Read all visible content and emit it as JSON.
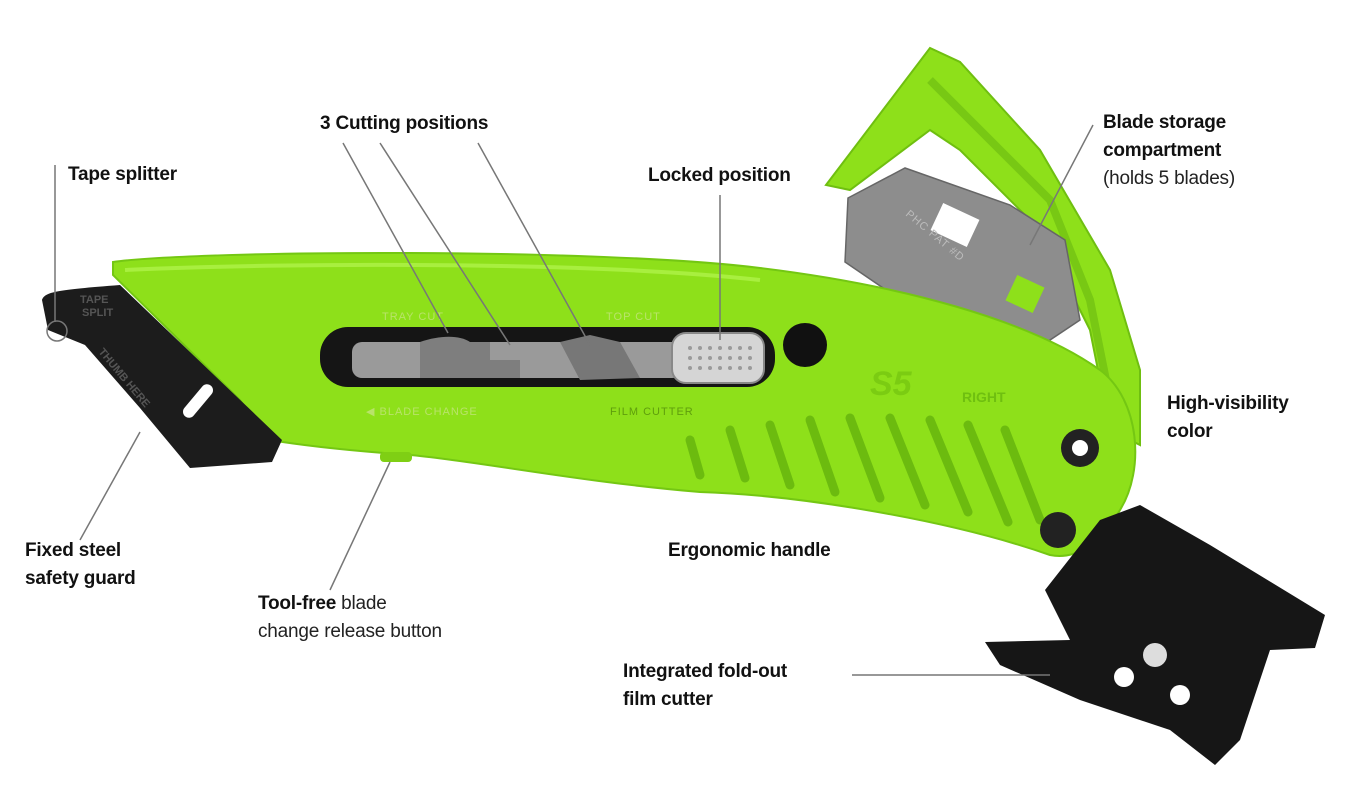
{
  "labels": {
    "tape_splitter": "Tape splitter",
    "cutting_positions": "3 Cutting positions",
    "locked_position": "Locked position",
    "blade_storage_line1": "Blade storage",
    "blade_storage_line2": "compartment",
    "blade_storage_note": "(holds 5 blades)",
    "high_visibility_line1": "High-visibility",
    "high_visibility_line2": "color",
    "safety_guard_line1": "Fixed steel",
    "safety_guard_line2": "safety guard",
    "tool_free_bold": "Tool-free",
    "tool_free_rest": " blade",
    "tool_free_line2": "change release button",
    "ergonomic_handle": "Ergonomic handle",
    "film_cutter_line1": "Integrated fold-out",
    "film_cutter_line2": "film cutter"
  },
  "product_markings": {
    "tape_split": [
      "TAPE",
      "SPLIT"
    ],
    "thumb_here": "THUMB HERE",
    "tray_cut": "TRAY CUT",
    "top_cut": "TOP CUT",
    "blade_change": "◀ BLADE CHANGE",
    "film_cutter": "FILM CUTTER",
    "model": "S5",
    "side": "RIGHT",
    "blade_text": "PHC PAT #D"
  },
  "colors": {
    "body_green": "#8ee01a",
    "guard_black": "#1c1c1c",
    "blade_gray": "#8a8a8a",
    "callout_line": "#777777"
  }
}
